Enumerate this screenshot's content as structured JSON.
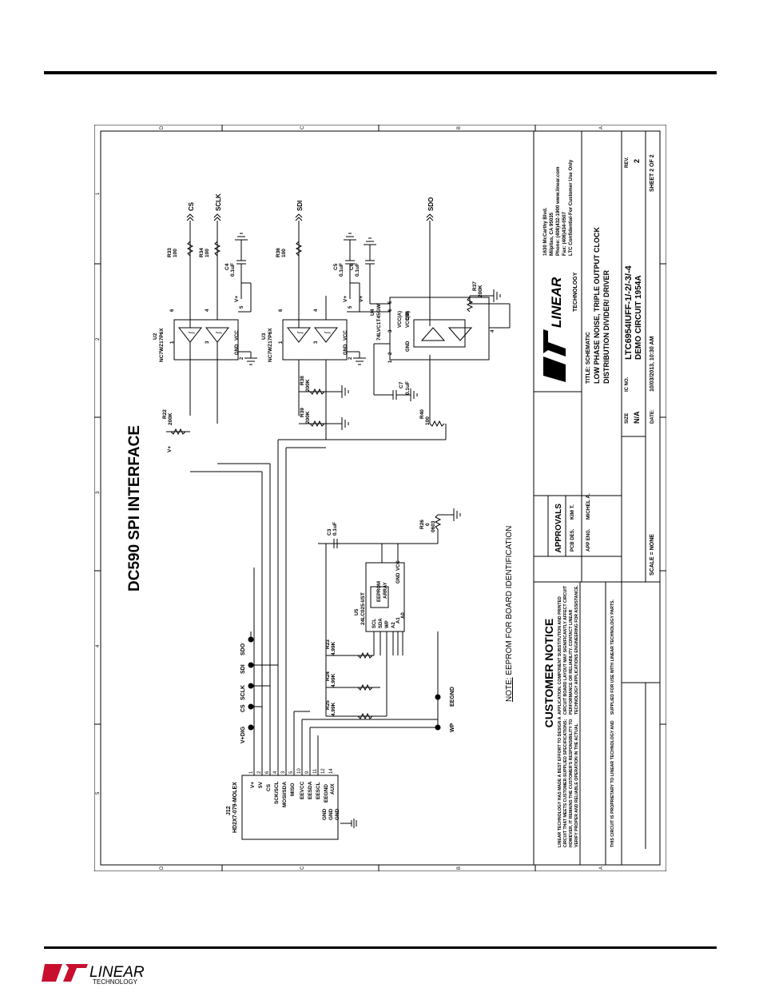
{
  "page": {
    "sheet_title": "DC590 SPI INTERFACE",
    "note_prefix": "NOTE:",
    "note_text": "EEPROM FOR BOARD IDENTIFICATION",
    "zones": {
      "letters": [
        "D",
        "C",
        "B",
        "A"
      ],
      "numbers": [
        "1",
        "2",
        "3",
        "4",
        "5"
      ]
    }
  },
  "signals": {
    "cs": "CS",
    "sclk": "SCLK",
    "sdi": "SDI",
    "sdo": "SDO",
    "vdig": "V+DIG",
    "eegnd": "EEGND",
    "wp": "WP",
    "vplus": "V+"
  },
  "components": {
    "u2": {
      "ref": "U2",
      "part": "NC7WZ17P6X"
    },
    "u3": {
      "ref": "U3",
      "part": "NC7WZ17P6X"
    },
    "u4": {
      "ref": "U4",
      "part": "74LVC1T45GW"
    },
    "u5": {
      "ref": "U5",
      "part": "24LC025-I/ST",
      "block1": "EEPROM",
      "block2": "ARRAY"
    },
    "j12": {
      "ref": "J12",
      "part": "HD2X7-079-MOLEX"
    },
    "r33": {
      "ref": "R33",
      "value": "100"
    },
    "r34": {
      "ref": "R34",
      "value": "100"
    },
    "r36": {
      "ref": "R36",
      "value": "100"
    },
    "r37": {
      "ref": "R37",
      "value": "200K"
    },
    "r38": {
      "ref": "R38",
      "value": "200K"
    },
    "r39": {
      "ref": "R39",
      "value": "200K"
    },
    "r40": {
      "ref": "R40",
      "value": "100"
    },
    "r22": {
      "ref": "R22",
      "value": "200K"
    },
    "r23": {
      "ref": "R23",
      "value": "4.99K"
    },
    "r24": {
      "ref": "R24",
      "value": "4.99K"
    },
    "r25": {
      "ref": "R25",
      "value": "4.99K"
    },
    "r26": {
      "ref": "R26",
      "value": "0",
      "pkg": "0603"
    },
    "c3": {
      "ref": "C3",
      "value": "0.1uF"
    },
    "c4": {
      "ref": "C4",
      "value": "0.1uF"
    },
    "c5": {
      "ref": "C5",
      "value": "0.1uF"
    },
    "c6": {
      "ref": "C6",
      "value": "0.1uF"
    },
    "c7": {
      "ref": "C7",
      "value": "0.1uF"
    }
  },
  "pins": {
    "gnd": "GND",
    "vcc": "VCC",
    "u4": {
      "vcca": "VCC(A)",
      "vccb": "VCC(B)",
      "dir": "DIR"
    },
    "u5": {
      "scl": "SCL",
      "sda": "SDA",
      "wp": "WP",
      "a2": "A2",
      "a1": "A1",
      "a0": "A0"
    },
    "j12": {
      "l1": "V+",
      "l2": "5V",
      "l3": "CS",
      "l4": "SCK/SCL",
      "l5": "MOSI/SDA",
      "l6": "MISO",
      "l7": "EEVCC",
      "l8": "EESDA",
      "l9": "EESCL",
      "l10": "EEGND",
      "l11": "AUX",
      "l12": "GND",
      "l13": "GND",
      "l14": "GND"
    }
  },
  "title_block": {
    "address1": "1630 McCarthy Blvd.",
    "address2": "Milpitas, CA 95035",
    "phone": "Phone: (408)432-1900  www.linear.com",
    "fax": "Fax: (408)434-0507",
    "confidential": "LTC Confidential-For Customer Use Only",
    "logo": "LINEAR",
    "logo_sub": "TECHNOLOGY",
    "title_label": "TITLE: SCHEMATIC",
    "title1": "LOW PHASE NOISE, TRIPLE OUTPUT CLOCK",
    "title2": "DISTRIBUTION DIVIDER/ DRIVER",
    "size_label": "SIZE",
    "size": "N/A",
    "icno_label": "IC NO.",
    "icno": "LTC6954IUFF-1/-2/-3/-4",
    "demo": "DEMO CIRCUIT 1954A",
    "rev_label": "REV.",
    "rev": "2",
    "date_label": "DATE:",
    "date": "10/03/2013, 10:30 AM",
    "sheet": "SHEET  2   OF  2",
    "approvals": "APPROVALS",
    "pcb_des": "PCB DES.",
    "pcb_name": "KIM T.",
    "app_eng": "APP ENG.",
    "app_name": "MICHEL A.",
    "scale": "SCALE = NONE",
    "notice_title": "CUSTOMER NOTICE",
    "notice_lines": [
      "LINEAR TECHNOLOGY HAS MADE A BEST EFFORT TO DESIGN A",
      "CIRCUIT THAT MEETS CUSTOMER-SUPPLIED SPECIFICATIONS;",
      "HOWEVER, IT REMAINS THE CUSTOMER'S RESPONSIBILITY TO",
      "VERIFY PROPER AND RELIABLE OPERATION IN THE ACTUAL",
      "APPLICATION. COMPONENT SUBSTITUTION AND PRINTED",
      "CIRCUIT BOARD LAYOUT MAY SIGNIFICANTLY AFFECT CIRCUIT",
      "PERFORMANCE OR RELIABILITY. CONTACT LINEAR",
      "TECHNOLOGY APPLICATIONS ENGINEERING FOR ASSISTANCE."
    ],
    "proprietary1": "THIS CIRCUIT IS PROPRIETARY TO LINEAR TECHNOLOGY AND",
    "proprietary2": "SUPPLIED FOR USE WITH LINEAR TECHNOLOGY PARTS."
  },
  "footer": {
    "logo": "LINEAR",
    "logo_sub": "TECHNOLOGY",
    "accent_color": "#c8102e"
  }
}
